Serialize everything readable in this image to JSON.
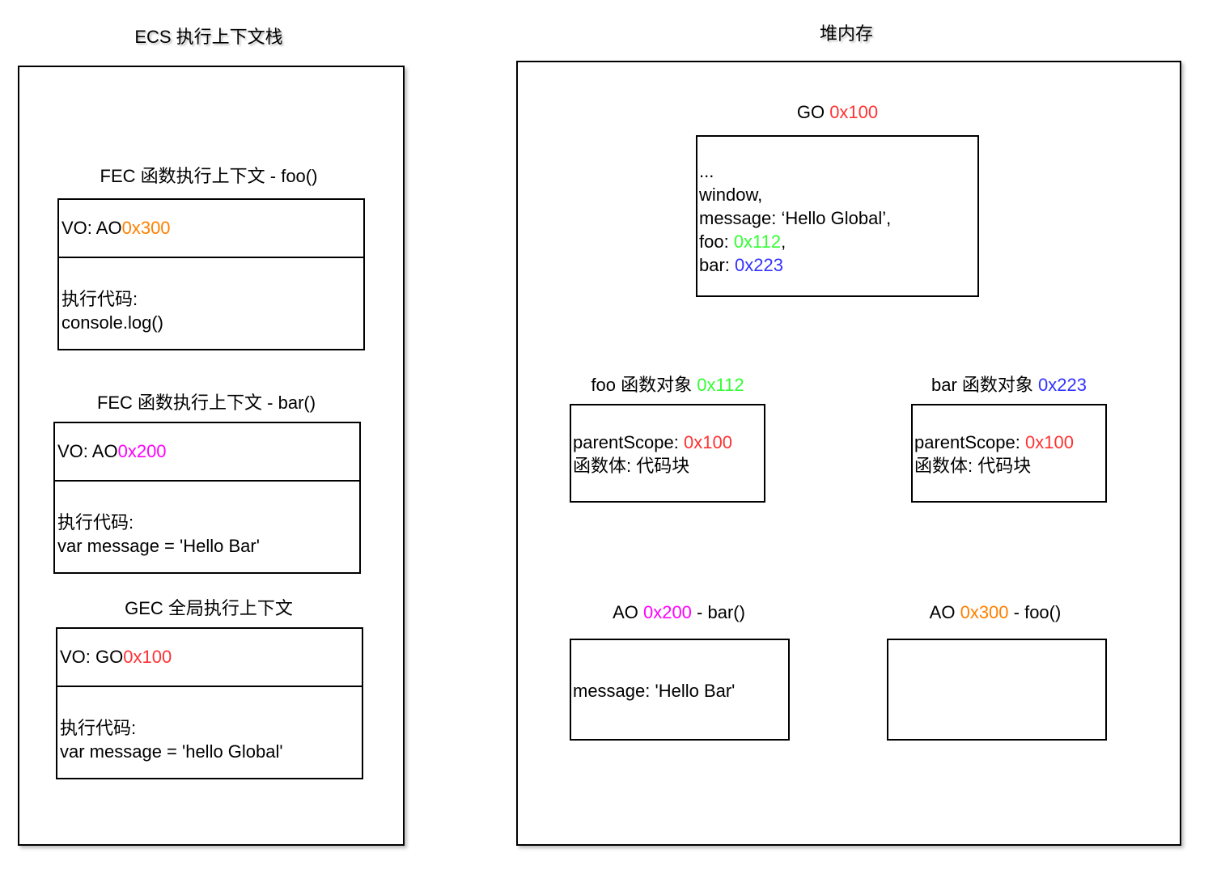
{
  "colors": {
    "red": "#ff3333",
    "orange": "#ff8000",
    "magenta": "#ff00ff",
    "green": "#33ff33",
    "blue": "#3333ff"
  },
  "ecs": {
    "title": "ECS 执行上下文栈",
    "contexts": [
      {
        "caption": "FEC 函数执行上下文 - foo()",
        "vo_label": "VO: AO ",
        "vo_address": "0x300",
        "code_label": "执行代码:",
        "code": "console.log()"
      },
      {
        "caption": "FEC 函数执行上下文 - bar()",
        "vo_label": "VO: AO ",
        "vo_address": "0x200",
        "code_label": "执行代码:",
        "code": "var message = 'Hello Bar'"
      },
      {
        "caption": "GEC 全局执行上下文",
        "vo_label": "VO: GO ",
        "vo_address": "0x100",
        "code_label": "执行代码:",
        "code": "var message = 'hello Global'"
      }
    ]
  },
  "heap": {
    "title": "堆内存",
    "go": {
      "caption_label": "GO ",
      "caption_address": "0x100",
      "lines": {
        "ellipsis": "...",
        "window": "window,",
        "message": "message: ‘Hello Global’,",
        "foo_label": "foo: ",
        "foo_address": "0x112",
        "foo_suffix": ",",
        "bar_label": "bar: ",
        "bar_address": "0x223"
      }
    },
    "foo_obj": {
      "caption_label": "foo 函数对象 ",
      "caption_address": "0x112",
      "scope_label": "parentScope: ",
      "scope_address": "0x100",
      "body": "函数体: 代码块"
    },
    "bar_obj": {
      "caption_label": "bar 函数对象 ",
      "caption_address": "0x223",
      "scope_label": "parentScope: ",
      "scope_address": "0x100",
      "body": "函数体: 代码块"
    },
    "ao_bar": {
      "caption_label": "AO ",
      "caption_address": "0x200",
      "caption_suffix": " - bar()",
      "content": "message: 'Hello Bar'"
    },
    "ao_foo": {
      "caption_label": "AO ",
      "caption_address": "0x300",
      "caption_suffix": " - foo()"
    }
  }
}
